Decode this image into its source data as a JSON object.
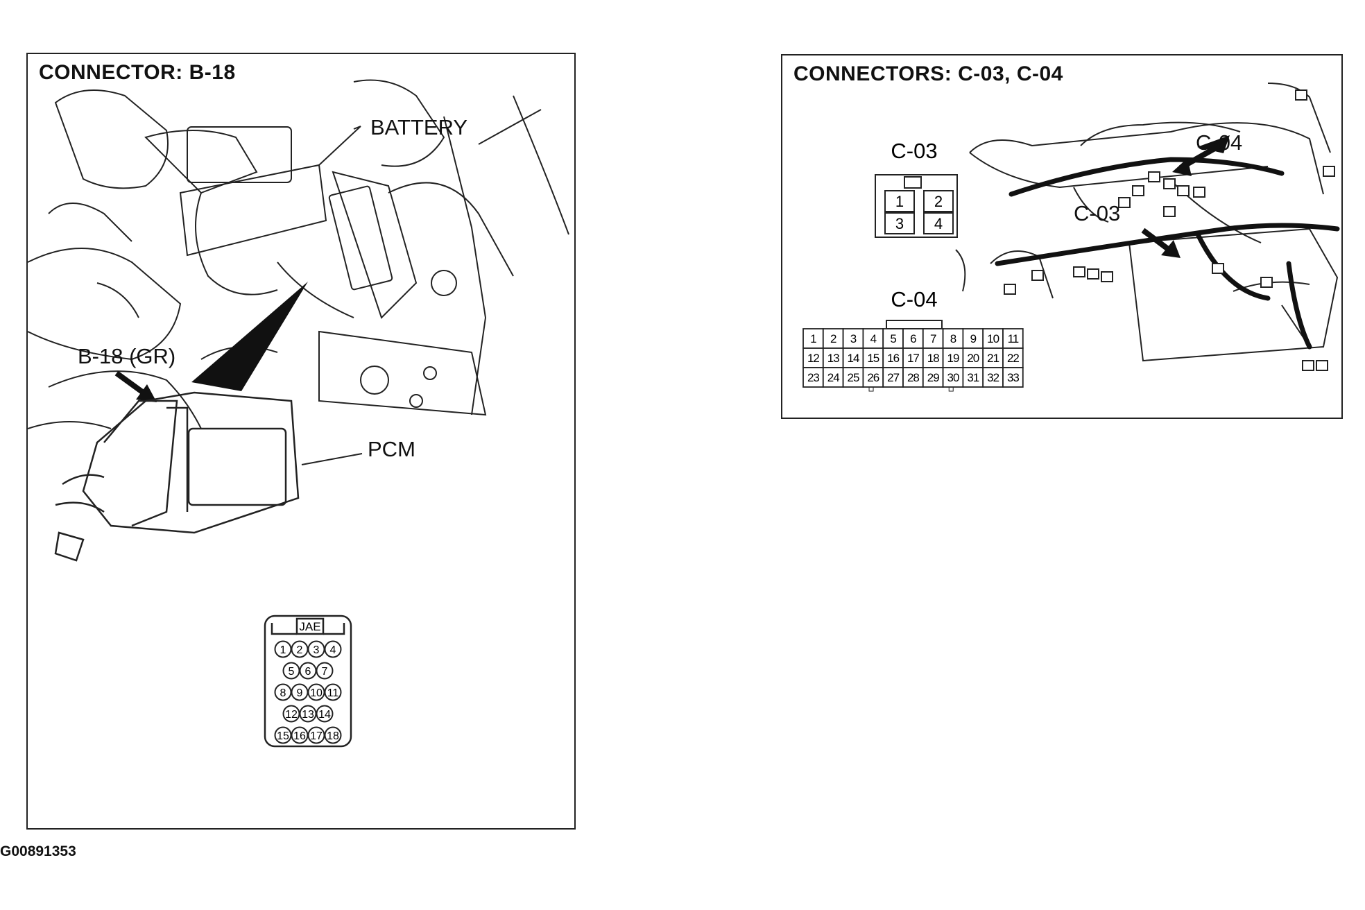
{
  "footer": {
    "figure_code": "G00891353"
  },
  "left_panel": {
    "title": "CONNECTOR: B-18",
    "labels": {
      "battery": "BATTERY",
      "connector": "B-18 (GR)",
      "module": "PCM"
    },
    "face_view": {
      "header": "JAE",
      "rows": [
        [
          "1",
          "2",
          "3",
          "4"
        ],
        [
          "5",
          "6",
          "7"
        ],
        [
          "8",
          "9",
          "10",
          "11"
        ],
        [
          "12",
          "13",
          "14"
        ],
        [
          "15",
          "16",
          "17",
          "18"
        ]
      ]
    }
  },
  "right_panel": {
    "title": "CONNECTORS: C-03, C-04",
    "callouts": {
      "c04": "C-04",
      "c03": "C-03"
    },
    "c03": {
      "label": "C-03",
      "pins": [
        [
          "1",
          "2"
        ],
        [
          "3",
          "4"
        ]
      ]
    },
    "c04": {
      "label": "C-04",
      "pins": [
        [
          "1",
          "2",
          "3",
          "4",
          "5",
          "6",
          "7",
          "8",
          "9",
          "10",
          "11"
        ],
        [
          "12",
          "13",
          "14",
          "15",
          "16",
          "17",
          "18",
          "19",
          "20",
          "21",
          "22"
        ],
        [
          "23",
          "24",
          "25",
          "26",
          "27",
          "28",
          "29",
          "30",
          "31",
          "32",
          "33"
        ]
      ]
    }
  }
}
